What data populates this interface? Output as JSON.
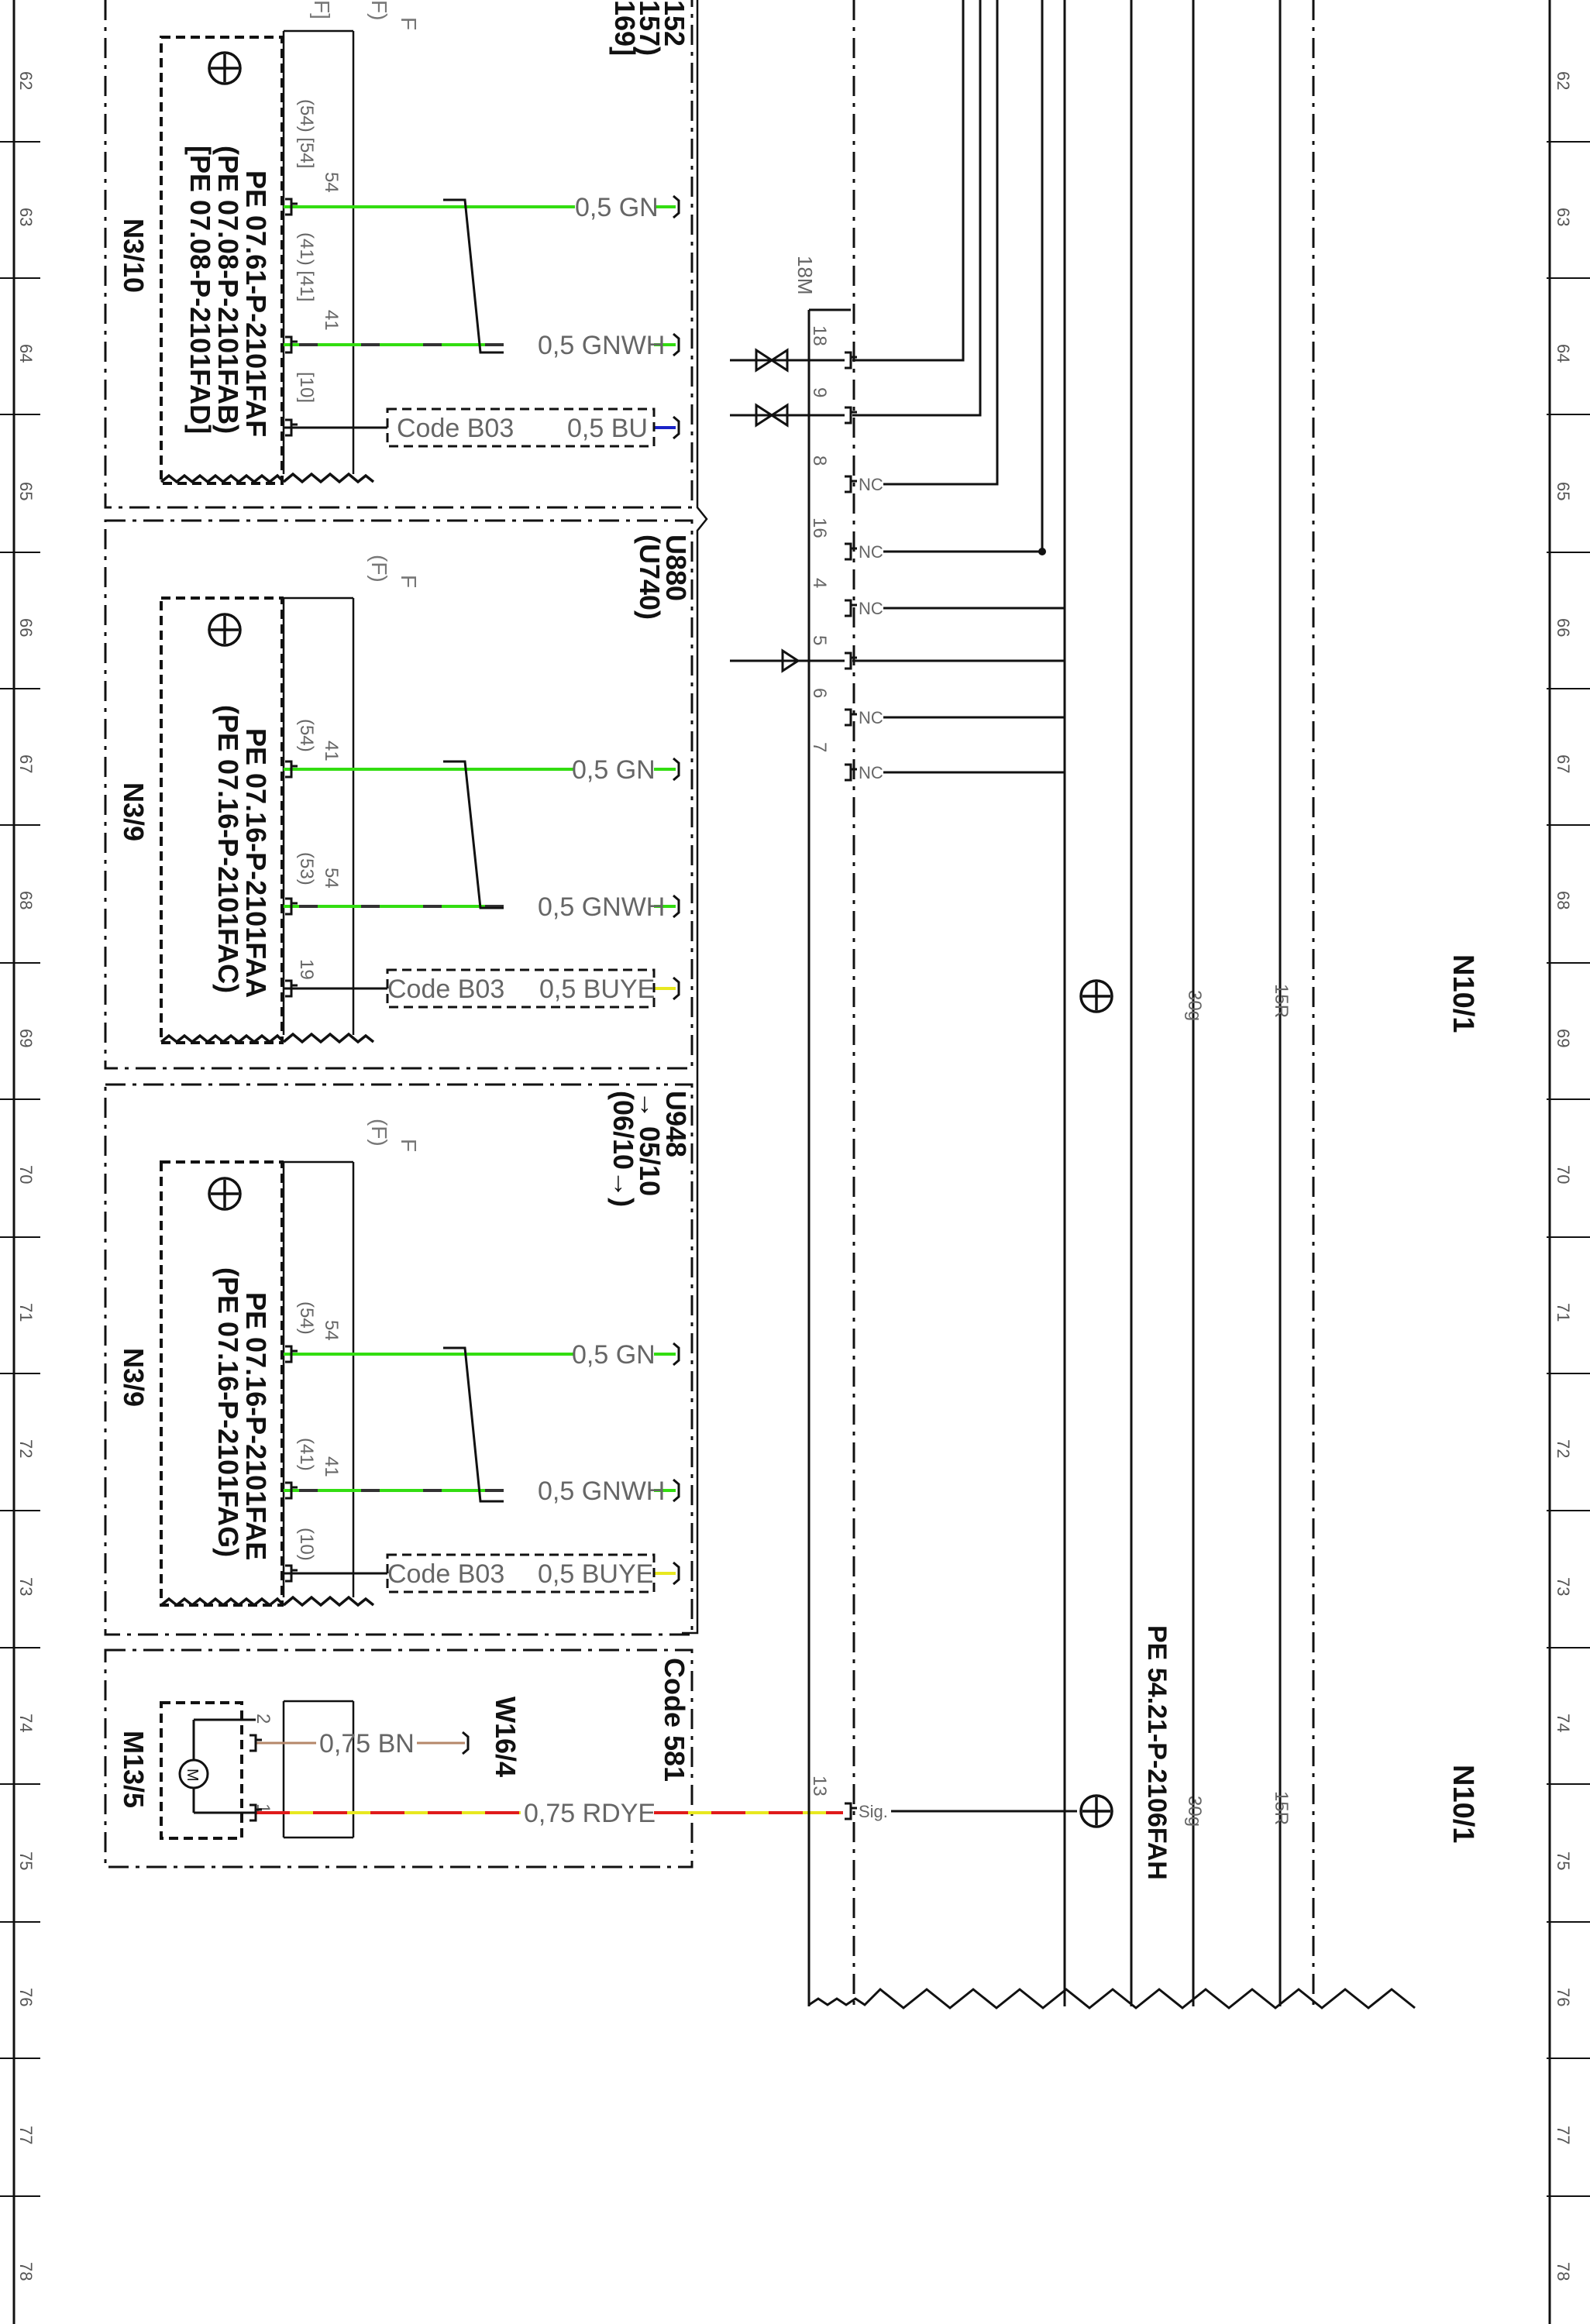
{
  "grid": {
    "rows": [
      "62",
      "63",
      "64",
      "65",
      "66",
      "67",
      "68",
      "69",
      "70",
      "71",
      "72",
      "73",
      "74",
      "75",
      "76",
      "77",
      "78"
    ]
  },
  "colors": {
    "GN": "#33dd11",
    "GNWH": "#33dd11",
    "BU": "#1a23c8",
    "BUYE": "#e8e820",
    "RDYE": "#e01a1a",
    "BN": "#b5876a",
    "frame": "#111111"
  },
  "blocks": {
    "n3_10": {
      "top_texts": [
        "F",
        "F)",
        "F]"
      ],
      "variant": {
        "line1": "152",
        "line2": "157)",
        "line3": "169]"
      },
      "pe": [
        "PE 07.61-P-2101FAF",
        "(PE 07.08-P-2101FAB)",
        "[PE 07.08-P-2101FAD]"
      ],
      "name": "N3/10",
      "pins": [
        {
          "num": "54",
          "alt": "(54) [54]",
          "wire": "0,5 GN"
        },
        {
          "num": "41",
          "alt": "(41) [41]",
          "wire": "0,5 GNWH"
        },
        {
          "num": "",
          "alt": "[10]",
          "wire": "0,5 BU",
          "code": "Code B03"
        }
      ]
    },
    "n3_9_a": {
      "f_label": "F",
      "f_paren": "(F)",
      "variant": {
        "line1": "U880",
        "line2": "(U740)"
      },
      "pe": [
        "PE 07.16-P-2101FAA",
        "(PE 07.16-P-2101FAC)"
      ],
      "name": "N3/9",
      "pins": [
        {
          "num": "41",
          "alt": "(54)",
          "wire": "0,5 GN"
        },
        {
          "num": "54",
          "alt": "(53)",
          "wire": "0,5 GNWH"
        },
        {
          "num": "19",
          "alt": "",
          "wire": "0,5 BUYE",
          "code": "Code B03"
        }
      ]
    },
    "n3_9_b": {
      "f_label": "F",
      "f_paren": "(F)",
      "variant": {
        "line1": "U948",
        "line2": "→ 05/10",
        "line3": "(06/10→)"
      },
      "pe": [
        "PE 07.16-P-2101FAE",
        "(PE 07.16-P-2101FAG)"
      ],
      "name": "N3/9",
      "pins": [
        {
          "num": "54",
          "alt": "(54)",
          "wire": "0,5 GN"
        },
        {
          "num": "41",
          "alt": "(41)",
          "wire": "0,5 GNWH"
        },
        {
          "num": "",
          "alt": "(10)",
          "wire": "0,5 BUYE",
          "code": "Code B03"
        }
      ]
    },
    "m13_5": {
      "code": "Code 581",
      "name": "M13/5",
      "motor": "M",
      "pins": [
        {
          "num": "2",
          "wire": "0,75 BN",
          "dest": "W16/4"
        },
        {
          "num": "1",
          "wire": "0,75 RDYE"
        }
      ]
    }
  },
  "connector": {
    "label": "18M",
    "pins": [
      "18",
      "9",
      "8",
      "16",
      "4",
      "5",
      "6",
      "7",
      "13"
    ],
    "nc": "NC",
    "sig": "Sig."
  },
  "n10": {
    "name": "N10/1",
    "pe": "PE 54.21-P-2106FAH",
    "wire_30": "30g",
    "wire_15": "15R"
  }
}
